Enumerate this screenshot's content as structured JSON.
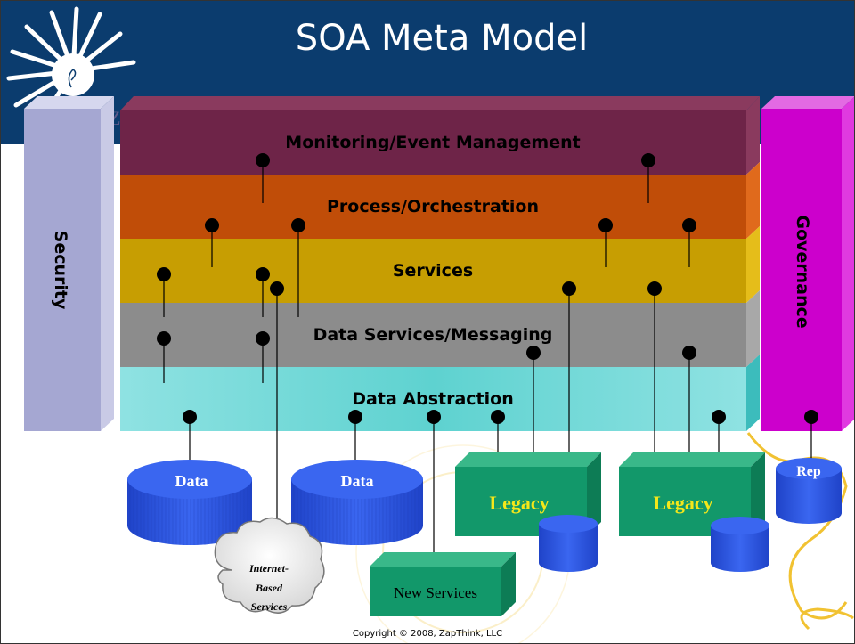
{
  "title": "SOA Meta Model",
  "logo_fragment": "Z",
  "layers": [
    {
      "label": "Monitoring/Event Management",
      "color": "#6e2448"
    },
    {
      "label": "Process/Orchestration",
      "color": "#c04d08"
    },
    {
      "label": "Services",
      "color": "#c79e02"
    },
    {
      "label": "Data Services/Messaging",
      "color": "#8c8c8c"
    },
    {
      "label": "Data Abstraction",
      "color": "#6fd4d4"
    }
  ],
  "side_bars": {
    "security": "Security",
    "governance": "Governance"
  },
  "resources": {
    "data_1": "Data",
    "data_2": "Data",
    "legacy_1": "Legacy",
    "legacy_2": "Legacy",
    "rep": "Rep",
    "new_services": "New Services",
    "cloud_line1": "Internet-",
    "cloud_line2": "Based",
    "cloud_line3": "Services"
  },
  "footer": "Copyright © 2008, ZapThink, LLC",
  "colors": {
    "header_bg": "#0b3c6e",
    "security": "#a5a7d2",
    "governance": "#cc00cc",
    "legacy": "#12986a",
    "data_disk": "#2f57e6",
    "sun_accent": "#f1c232"
  }
}
